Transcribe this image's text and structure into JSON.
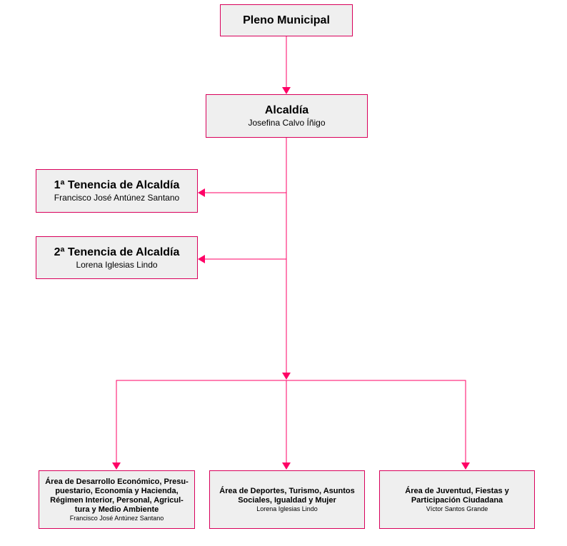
{
  "colors": {
    "connector": "#ff0066",
    "box_border": "#d9005b",
    "box_fill": "#efefef"
  },
  "pleno": {
    "title": "Pleno Municipal"
  },
  "alcaldia": {
    "title": "Alcaldía",
    "person": "Josefina Calvo Íñigo"
  },
  "tenencia1": {
    "title": "1ª Tenencia de Alcaldía",
    "person": "Francisco José Antúnez Santano"
  },
  "tenencia2": {
    "title": "2ª Tenencia de Alcaldía",
    "person": "Lorena Iglesias Lindo"
  },
  "areas": [
    {
      "title": "Área de Desarrollo Económico, Presu-puestario, Economía y Hacienda, Régimen Interior, Personal, Agricul-tura y Medio Ambiente",
      "title_lines": [
        "Área de Desarrollo Económico, Presu-",
        "puestario, Economía y Hacienda,",
        "Régimen Interior, Personal, Agricul-",
        "tura y Medio Ambiente"
      ],
      "person": "Francisco José Antúnez Santano"
    },
    {
      "title": "Área de Deportes, Turismo, Asuntos Sociales, Igualdad y Mujer",
      "title_lines": [
        "Área de Deportes, Turismo, Asuntos",
        "Sociales, Igualdad y Mujer"
      ],
      "person": "Lorena Iglesias Lindo"
    },
    {
      "title": "Área de Juventud, Fiestas y Participación Ciudadana",
      "title_lines": [
        "Área de Juventud, Fiestas y",
        "Participación Ciudadana"
      ],
      "person": "Víctor Santos Grande"
    }
  ]
}
